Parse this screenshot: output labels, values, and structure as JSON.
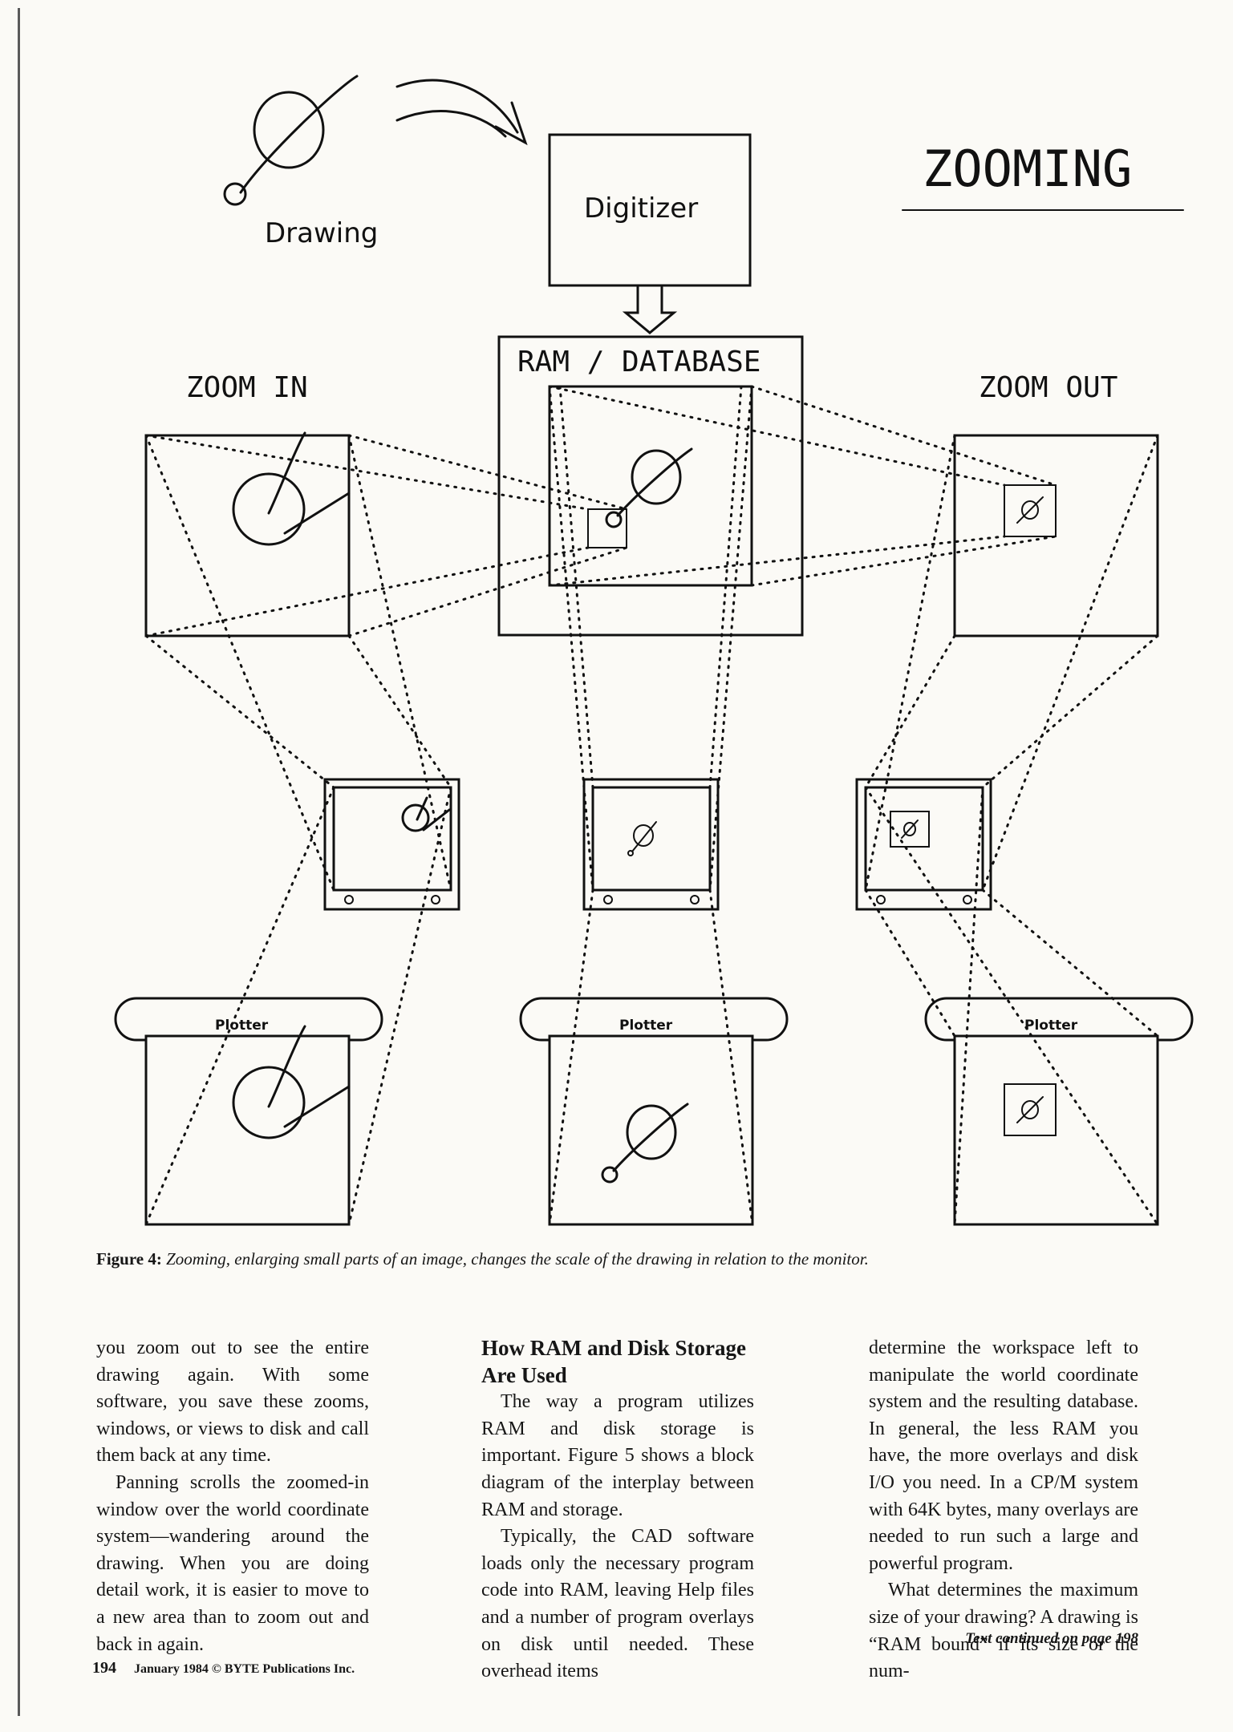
{
  "diagram": {
    "labels": {
      "drawing": "Drawing",
      "digitizer": "Digitizer",
      "zooming": "ZOOMING",
      "ram_database": "RAM / DATABASE",
      "zoom_in": "ZOOM IN",
      "zoom_out": "ZOOM OUT",
      "plotter": "Plotter"
    }
  },
  "caption": {
    "figure_label": "Figure 4:",
    "text": "Zooming, enlarging small parts of an image, changes the scale of the drawing in relation to the monitor."
  },
  "article": {
    "col1": {
      "p1": "you zoom out to see the entire drawing again. With some software, you save these zooms, windows, or views to disk and call them back at any time.",
      "p2": "Panning scrolls the zoomed-in window over the world coordinate system—wandering around the drawing. When you are doing detail work, it is easier to move to a new area than to zoom out and back in again."
    },
    "col2": {
      "heading": "How RAM and Disk Storage Are Used",
      "p1": "The way a program utilizes RAM and disk storage is important. Figure 5 shows a block diagram of the interplay between RAM and storage.",
      "p2": "Typically, the CAD software loads only the necessary program code into RAM, leaving Help files and a number of program overlays on disk until needed. These overhead items"
    },
    "col3": {
      "p1": "determine the workspace left to manipulate the world coordinate system and the resulting database. In general, the less RAM you have, the more overlays and disk I/O you need. In a CP/M system with 64K bytes, many overlays are needed to run such a large and powerful program.",
      "p2": "What determines the maximum size of your drawing? A drawing is “RAM bound” if its size or the num-"
    },
    "continued": "Text continued on page 198"
  },
  "footer": {
    "page_number": "194",
    "publication": "January 1984 © BYTE Publications Inc."
  }
}
